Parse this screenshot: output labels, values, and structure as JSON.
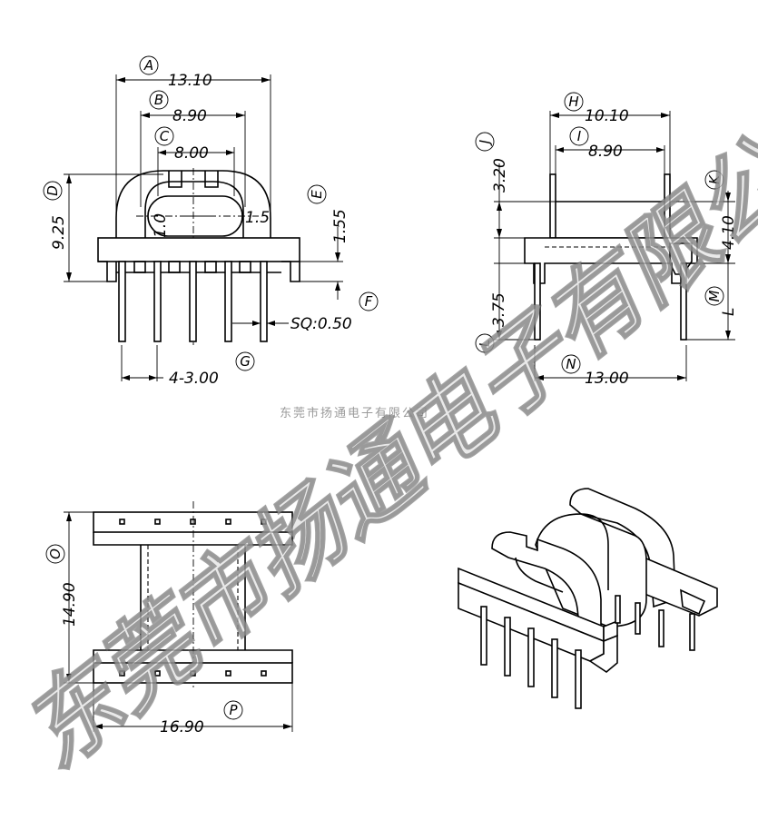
{
  "labels": {
    "A": "A",
    "B": "B",
    "C": "C",
    "D": "D",
    "E": "E",
    "F": "F",
    "G": "G",
    "H": "H",
    "I": "I",
    "J": "J",
    "K": "K",
    "L": "L",
    "M": "M",
    "N": "N",
    "O": "O",
    "P": "P"
  },
  "dimensions": {
    "A": "13.10",
    "B": "8.90",
    "C": "8.00",
    "D": "9.25",
    "E": "1.55",
    "F": "SQ:0.50",
    "G": "4-3.00",
    "H": "10.10",
    "I": "8.90",
    "J": "3.20",
    "K": "4.10",
    "L": "3.75",
    "M": "L",
    "N": "13.00",
    "O": "14.90",
    "P": "16.90",
    "inner_left": "1.0",
    "inner_right": "1.5"
  },
  "watermark": {
    "large": "东莞市扬通电子有限公司",
    "small": "东莞市扬通电子有限公司"
  }
}
